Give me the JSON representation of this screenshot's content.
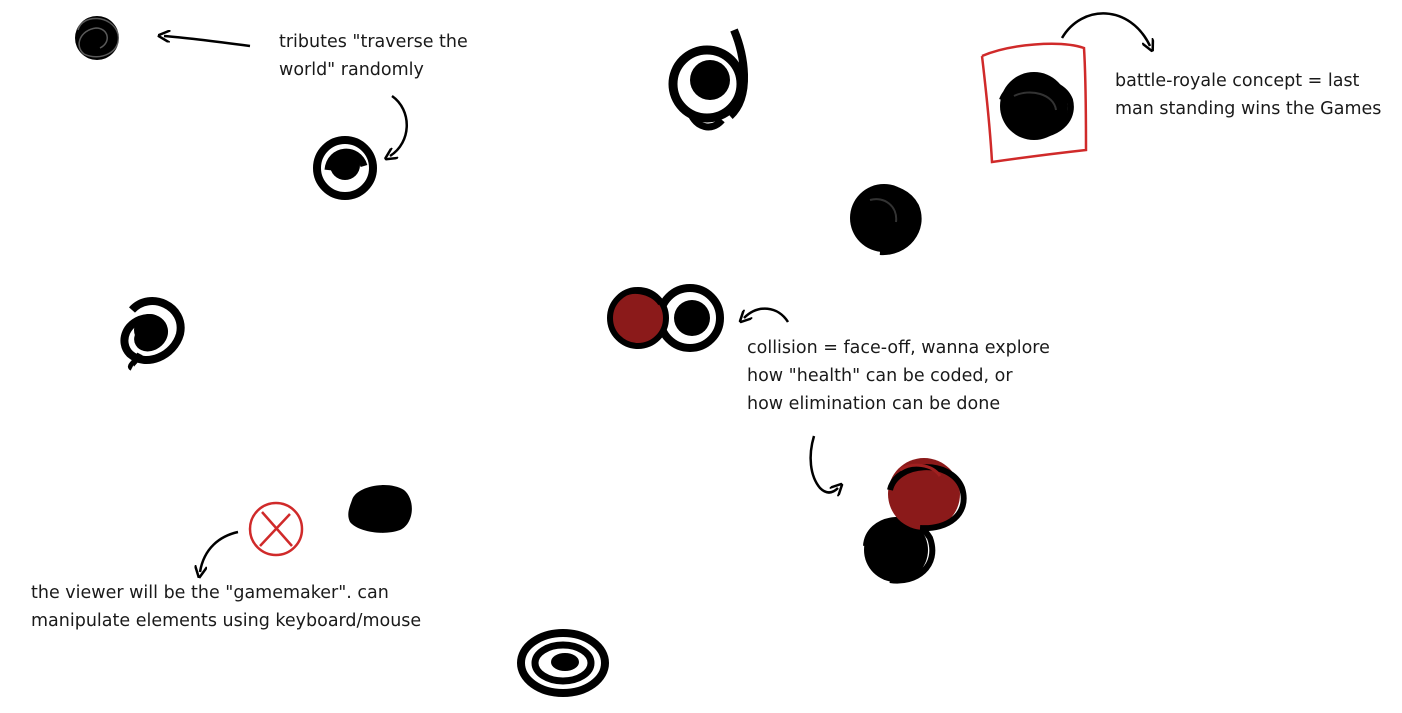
{
  "notes": {
    "traverse": {
      "line1": "tributes \"traverse the",
      "line2": "world\" randomly"
    },
    "battle_royale": {
      "line1": "battle-royale concept = last",
      "line2": "man standing wins the Games"
    },
    "collision": {
      "line1": "collision = face-off, wanna explore",
      "line2": "how \"health\" can be coded, or",
      "line3": "how elimination can be done"
    },
    "viewer": {
      "line1": "the viewer will be the \"gamemaker\". can",
      "line2": "manipulate elements using keyboard/mouse"
    }
  },
  "colors": {
    "ink": "#000000",
    "tribute_red": "#8b1a1a",
    "highlight_red": "#d02a2a",
    "text": "#1a1a1a"
  },
  "icons": {
    "tribute": "scribbled-circle-icon",
    "eliminate": "red-x-circle-icon",
    "winner_frame": "red-square-outline"
  }
}
